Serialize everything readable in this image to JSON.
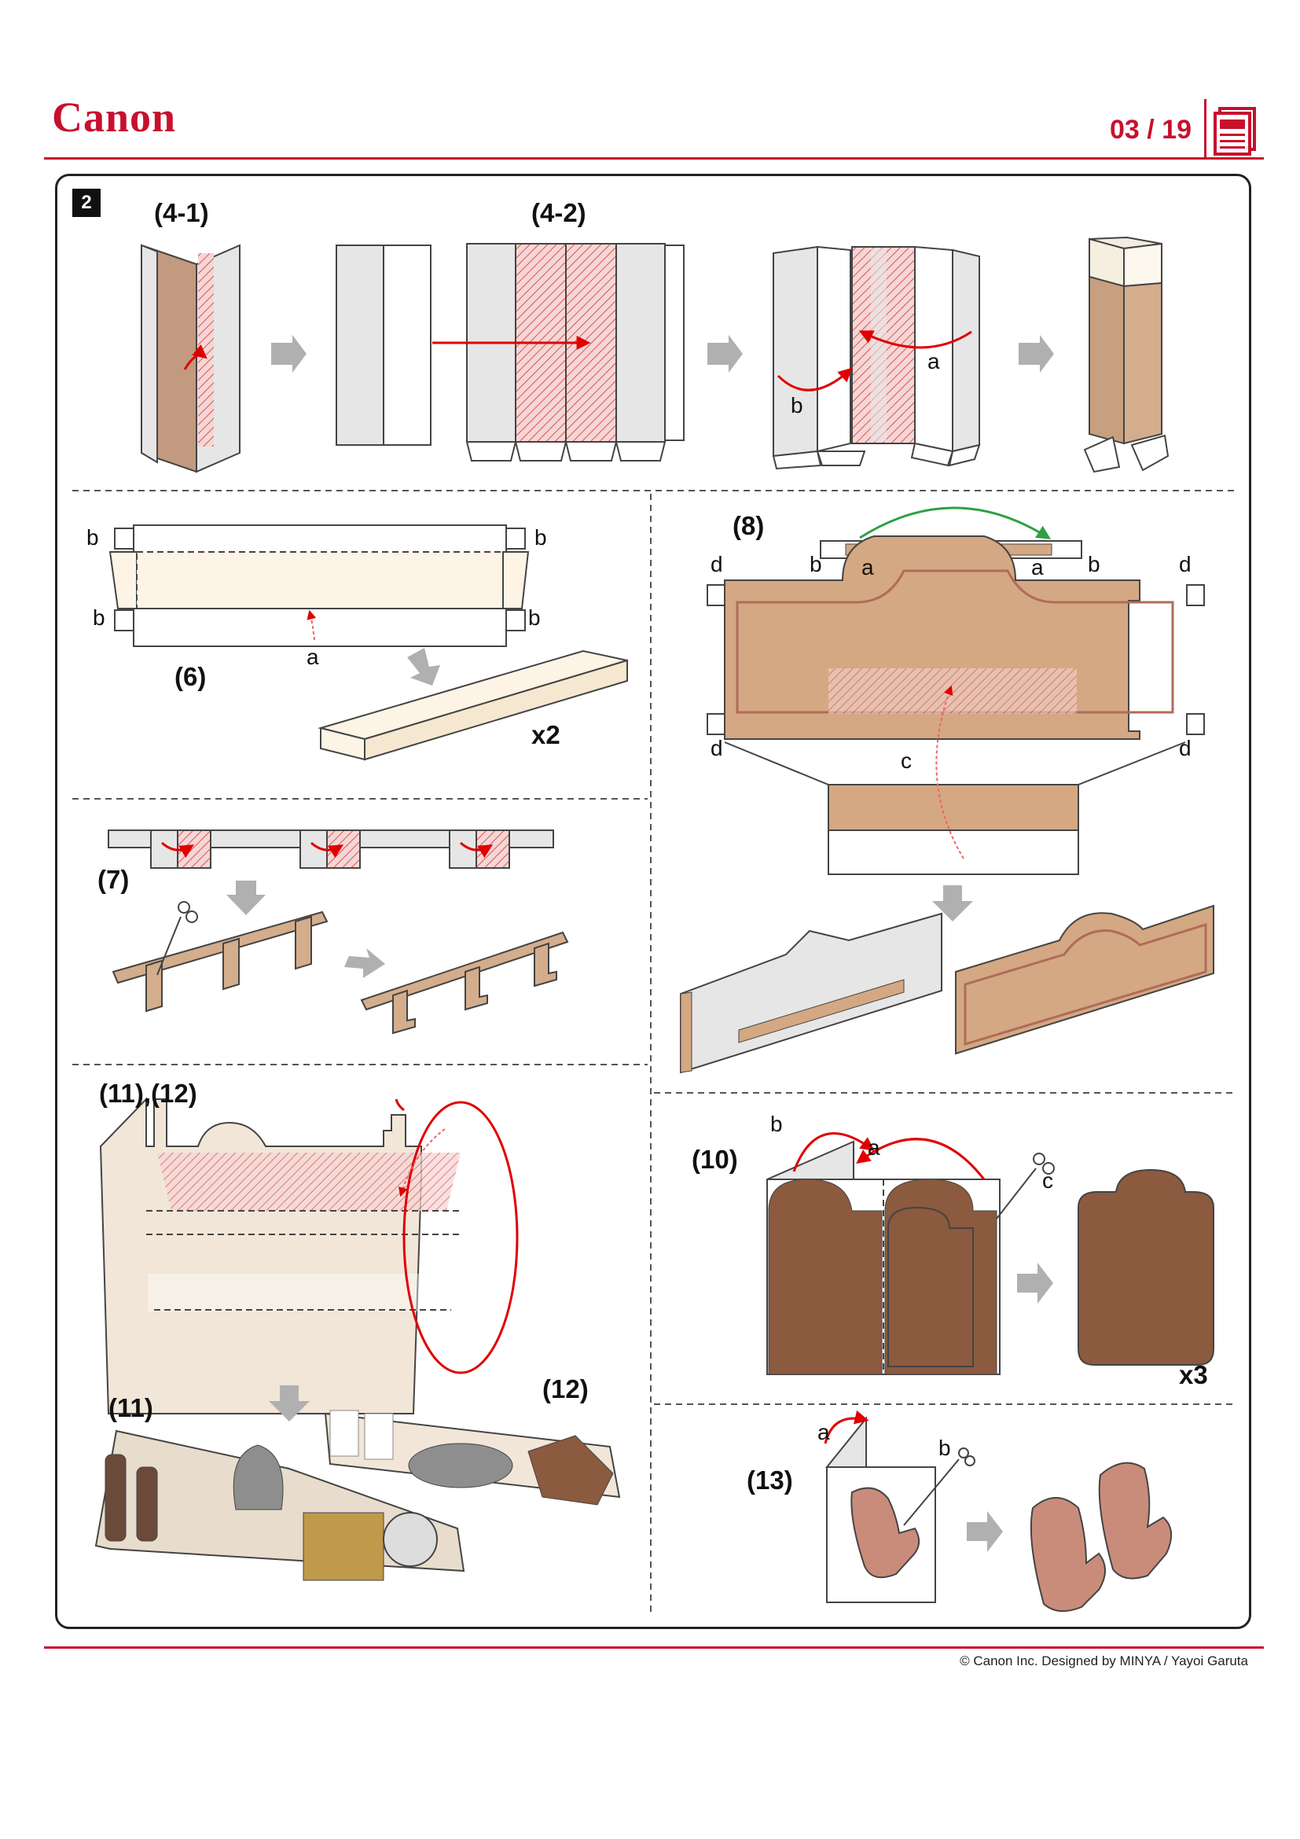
{
  "header": {
    "brand": "Canon",
    "page_indicator": "03 / 19"
  },
  "footer": {
    "credit": "© Canon Inc. Designed by MINYA / Yayoi Garuta"
  },
  "section": {
    "badge": "2"
  },
  "steps": {
    "s4_1": "(4-1)",
    "s4_2": "(4-2)",
    "s6": "(6)",
    "s7": "(7)",
    "s8": "(8)",
    "s10": "(10)",
    "s11_12": "(11),(12)",
    "s11": "(11)",
    "s12": "(12)",
    "s13": "(13)"
  },
  "letters": {
    "a": "a",
    "b": "b",
    "c": "c",
    "d": "d"
  },
  "multipliers": {
    "x2": "x2",
    "x3": "x3"
  },
  "colors": {
    "brand_red": "#c8102e",
    "tan": "#d4a882",
    "light_cream": "#fdf4e6",
    "brown": "#8b5a3f",
    "mitten": "#c98c7a",
    "gray_arrow": "#b0b0b0",
    "green_arrow": "#2ea043"
  }
}
